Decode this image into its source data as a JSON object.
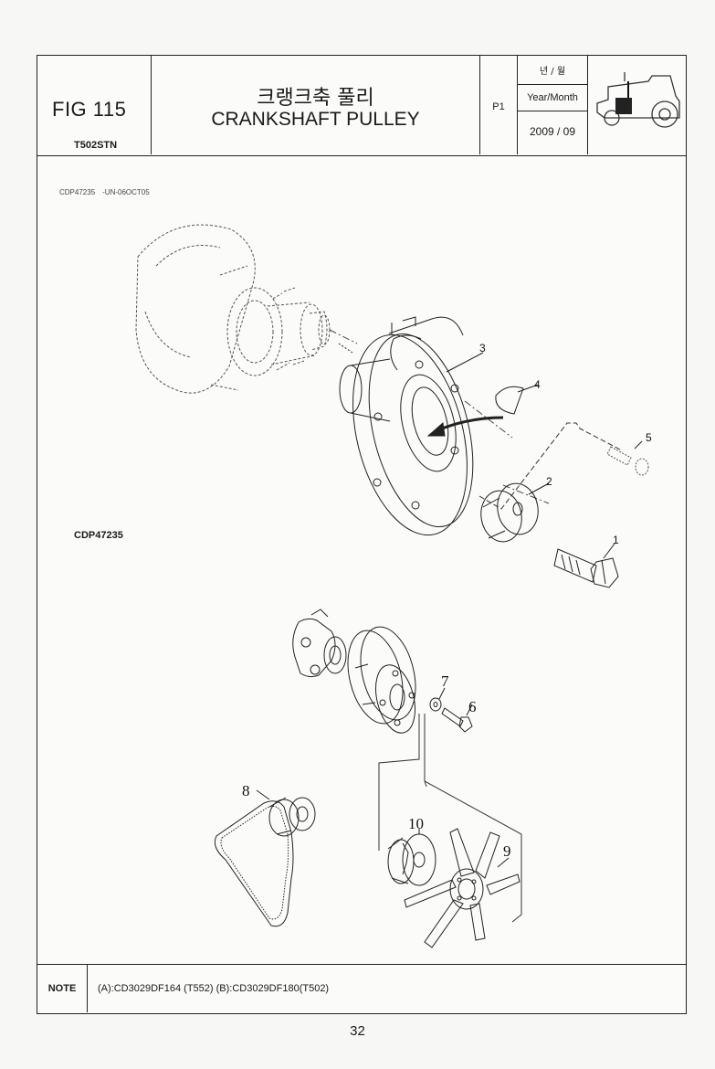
{
  "header": {
    "fig_label": "FIG 115",
    "model": "T502STN",
    "title_ko": "크랭크축 풀리",
    "title_en": "CRANKSHAFT PULLEY",
    "page_code": "P1",
    "year_month_ko": "년 / 월",
    "year_month_en": "Year/Month",
    "date": "2009 / 09"
  },
  "drawing": {
    "code_top": "CDP47235",
    "code_top_suffix": "-UN-06OCT05",
    "code_bottom": "CDP47235",
    "callouts": [
      "1",
      "2",
      "3",
      "4",
      "5",
      "6",
      "7",
      "8",
      "9",
      "10"
    ]
  },
  "note": {
    "label": "NOTE",
    "text": "(A):CD3029DF164 (T552)  (B):CD3029DF180(T502)"
  },
  "page_number": "32",
  "icons": [
    "tractor-icon"
  ]
}
